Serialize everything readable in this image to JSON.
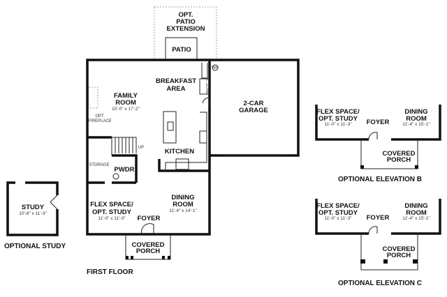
{
  "first_floor": {
    "title": "FIRST FLOOR",
    "opt_patio": [
      "OPT.",
      "PATIO",
      "EXTENSION"
    ],
    "patio": "PATIO",
    "breakfast": [
      "BREAKFAST",
      "AREA"
    ],
    "family": [
      "FAMILY",
      "ROOM"
    ],
    "family_dim": "15'-0\" x 17'-2\"",
    "fireplace": [
      "OPT.",
      "FIREPLACE"
    ],
    "e_zone": "E. ZONE",
    "wh": "WH",
    "garage": [
      "2-CAR",
      "GARAGE"
    ],
    "kitchen": "KITCHEN",
    "up": "UP",
    "storage": "STORAGE",
    "pwdr": "PWDR",
    "flex": [
      "FLEX SPACE/",
      "OPT. STUDY"
    ],
    "flex_dim": "11'-0\" x 11'-3\"",
    "dining": [
      "DINING",
      "ROOM"
    ],
    "dining_dim": "11'-4\" x 14'-1\"",
    "foyer": "FOYER",
    "porch": [
      "COVERED",
      "PORCH"
    ]
  },
  "optional_study": {
    "title": "OPTIONAL STUDY",
    "label": "STUDY",
    "dim": "10'-8\" x 11'-3\""
  },
  "elevation_b": {
    "title": "OPTIONAL ELEVATION B",
    "flex": [
      "FLEX SPACE/",
      "OPT. STUDY"
    ],
    "flex_dim": "11'-0\" x 11'-3\"",
    "foyer": "FOYER",
    "dining": [
      "DINING",
      "ROOM"
    ],
    "dining_dim": "11'-4\" x 15'-1\"",
    "porch": [
      "COVERED",
      "PORCH"
    ]
  },
  "elevation_c": {
    "title": "OPTIONAL ELEVATION C",
    "flex": [
      "FLEX SPACE/",
      "OPT. STUDY"
    ],
    "flex_dim": "11'-0\" x 11'-3\"",
    "foyer": "FOYER",
    "dining": [
      "DINING",
      "ROOM"
    ],
    "dining_dim": "11'-4\" x 15'-1\"",
    "porch": [
      "COVERED",
      "PORCH"
    ]
  }
}
